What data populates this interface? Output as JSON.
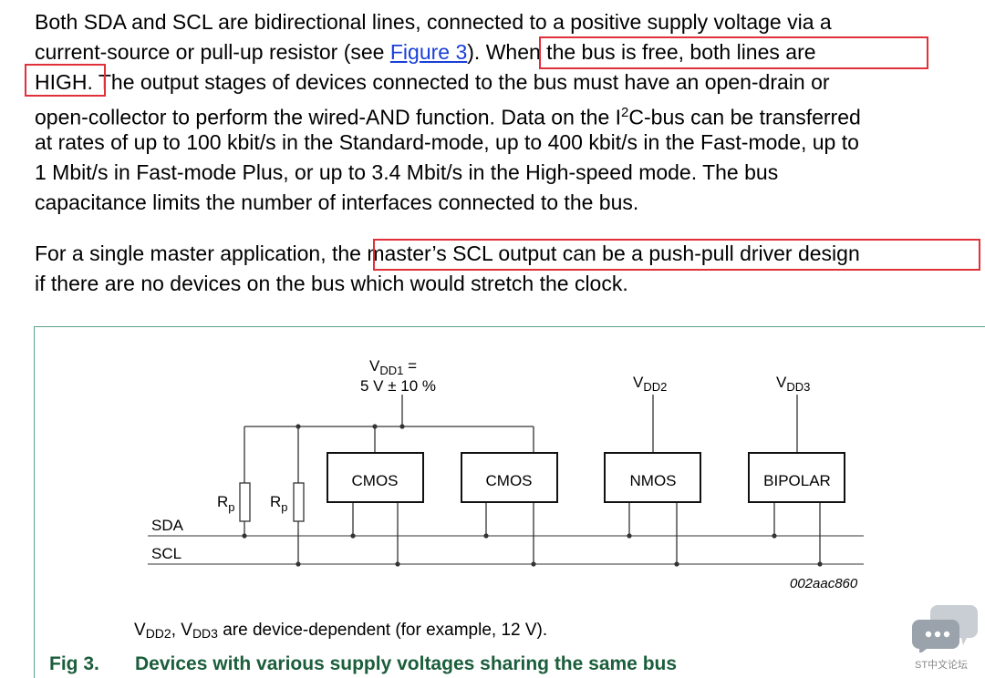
{
  "paragraph1": {
    "line1": "Both SDA and SCL are bidirectional lines, connected to a positive supply voltage via a",
    "line2_a": "current-source or pull-up resistor (see ",
    "line2_link": "Figure 3",
    "line2_b": ").",
    "line2_hl": " When the bus is free, both lines are",
    "line3_hl": "HIGH.",
    "line3_b": " The output stages of devices connected to the bus must have an open-drain or",
    "line4_a": "open-collector to perform the wired-AND function. Data on the I",
    "line4_sup": "2",
    "line4_b": "C-bus can be transferred",
    "line5": "at rates of up to 100 kbit/s in the Standard-mode, up to 400 kbit/s in the Fast-mode, up to",
    "line6": "1 Mbit/s in Fast-mode Plus, or up to 3.4 Mbit/s in the High-speed mode. The bus",
    "line7": "capacitance limits the number of interfaces connected to the bus."
  },
  "paragraph2": {
    "line1_a": "For a single master application, ",
    "line1_hl": "the master’s SCL output can be a push-pull driver design",
    "line2": "if there are no devices on the bus which would stretch the clock."
  },
  "highlight_color": "#e0303a",
  "link_color": "#1a3fd8",
  "caption_color": "#1b5e3b",
  "figure_border_color": "#5aa38a",
  "diagram": {
    "vdd1_a": "V",
    "vdd1_sub": "DD1",
    "vdd1_eq": " =",
    "vdd1_value": "5 V ± 10 %",
    "vdd2_a": "V",
    "vdd2_sub": "DD2",
    "vdd3_a": "V",
    "vdd3_sub": "DD3",
    "devices": [
      "CMOS",
      "CMOS",
      "NMOS",
      "BIPOLAR"
    ],
    "rp_main": "R",
    "rp_sub": "p",
    "sda": "SDA",
    "scl": "SCL",
    "code": "002aac860"
  },
  "figure_note": {
    "a": "V",
    "a_sub": "DD2",
    "b": ", V",
    "b_sub": "DD3",
    "c": " are device-dependent (for example, 12 V)."
  },
  "caption": {
    "label": "Fig 3.",
    "title": "Devices with various supply voltages sharing the same bus"
  },
  "watermark": {
    "icon": "chat-bubble-icon",
    "text": "ST中文论坛"
  }
}
